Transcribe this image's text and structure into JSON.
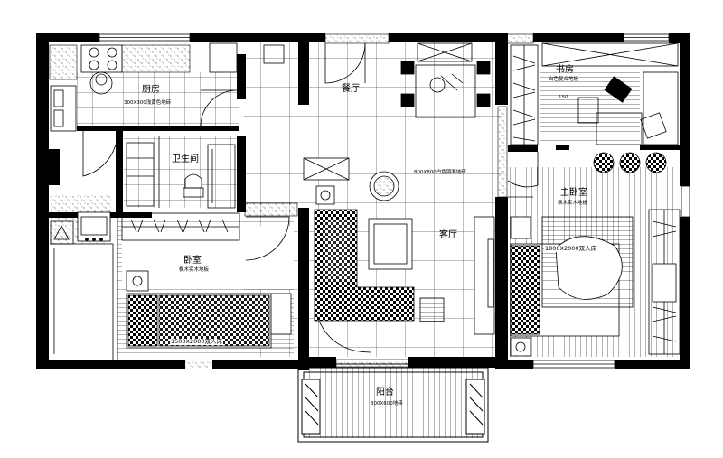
{
  "rooms": {
    "kitchen": {
      "name": "厨房",
      "floor": "300X300浅黄色地砖"
    },
    "bathroom": {
      "name": "卫生间"
    },
    "dining": {
      "name": "餐厅"
    },
    "study": {
      "name": "书房",
      "floor": "白色复合地板",
      "dim": "150"
    },
    "bedroom": {
      "name": "卧室",
      "floor": "枫木实木地板",
      "bed": "1500X2000双人床"
    },
    "living": {
      "name": "客厅",
      "floor": "800X800白色镜面地砖"
    },
    "master_bedroom": {
      "name": "主卧室",
      "floor": "枫木实木地板",
      "bed": "1800X2000双人床"
    },
    "balcony": {
      "name": "阳台",
      "floor": "300X600地砖"
    }
  },
  "colors": {
    "wall": "#000000",
    "line": "#000000",
    "background": "#ffffff"
  }
}
